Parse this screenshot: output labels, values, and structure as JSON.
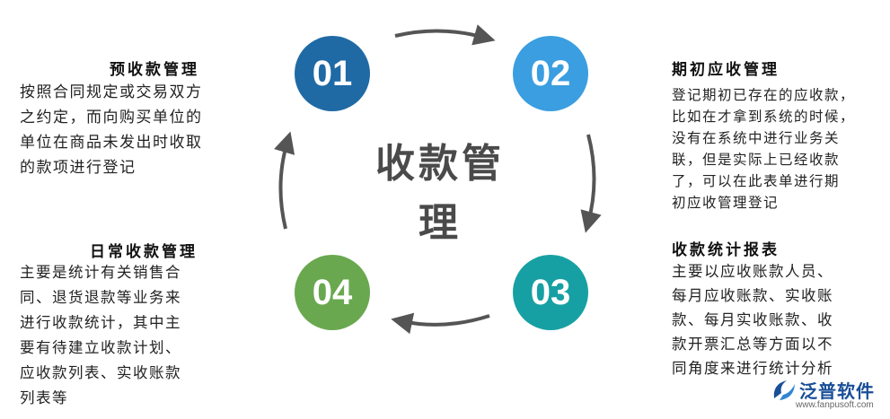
{
  "center_title": "收款管理",
  "steps": [
    {
      "number": "01",
      "title": "预收款管理",
      "color": "#1f6aa5",
      "lines": [
        "按照合同规定或交易双方",
        "之约定，而向购买单位的",
        "单位在商品未发出时收取",
        "的款项进行登记"
      ]
    },
    {
      "number": "02",
      "title": "期初应收管理",
      "color": "#3a9ee0",
      "lines": [
        "登记期初已存在的应收款，",
        "比如在才拿到系统的时候，",
        "没有在系统中进行业务关",
        "联，但是实际上已经收款",
        "了，可以在此表单进行期",
        "初应收管理登记"
      ]
    },
    {
      "number": "03",
      "title": "收款统计报表",
      "color": "#17a0a3",
      "lines": [
        "主要以应收账款人员、",
        "每月应收账款、实收账",
        "款、每月实收账款、收",
        "款开票汇总等方面以不",
        "同角度来进行统计分析"
      ]
    },
    {
      "number": "04",
      "title": "日常收款管理",
      "color": "#6aa84f",
      "lines": [
        "主要是统计有关销售合",
        "同、退货退款等业务来",
        "进行收款统计，其中主",
        "要有待建立收款计划、",
        "应收款列表、实收账款",
        "列表等"
      ]
    }
  ],
  "logo": {
    "name": "泛普软件",
    "url": "www.fanpusoft.com",
    "icon": "fanpu-logo-icon"
  }
}
